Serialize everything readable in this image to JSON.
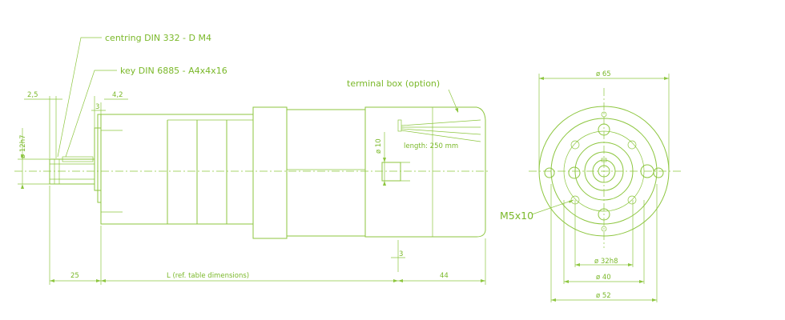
{
  "callouts": {
    "centring": "centring DIN 332 - D M4",
    "key": "key DIN 6885 - A4x4x16",
    "terminal_box": "terminal box (option)",
    "length": "length: 250 mm",
    "thread": "M5x10"
  },
  "dimensions": {
    "d_2_5": "2,5",
    "d_4_2": "4,2",
    "d_3_top": "3",
    "shaft_dia": "ø 12h7",
    "d_10": "ø 10",
    "d_3_bottom": "3",
    "d_25": "25",
    "d_L": "L   (ref. table dimensions)",
    "d_44": "44",
    "flange_65": "ø 65",
    "pilot_32": "ø 32h8",
    "bc_40": "ø 40",
    "body_52": "ø 52"
  },
  "colors": {
    "line": "#8dc63f",
    "text": "#7ab829",
    "background": "#ffffff"
  }
}
